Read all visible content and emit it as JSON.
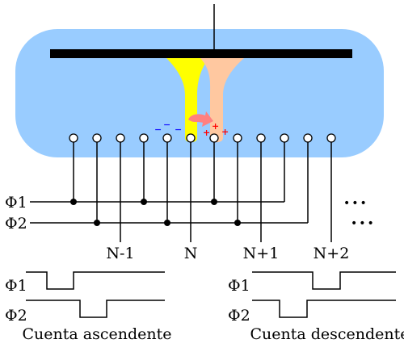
{
  "colors": {
    "body": "#99ccff",
    "plate": "#000000",
    "yellow_channel": "#ffff00",
    "orange_channel": "#ffc8a0",
    "arrow": "#ff8080",
    "negative_charge": "#1a1aff",
    "positive_charge": "#ff0000"
  },
  "rails": {
    "phi1": "Φ1",
    "phi2": "Φ2",
    "ellipsis_upper": "•••",
    "ellipsis_lower": "•••"
  },
  "pin_labels": [
    "N-1",
    "N",
    "N+1",
    "N+2"
  ],
  "charges": {
    "negative": "−",
    "positive": "+"
  },
  "timing_left": {
    "phi1": "Φ1",
    "phi2": "Φ2",
    "caption": "Cuenta ascendente"
  },
  "timing_right": {
    "phi1": "Φ1",
    "phi2": "Φ2",
    "caption": "Cuenta descendente"
  }
}
